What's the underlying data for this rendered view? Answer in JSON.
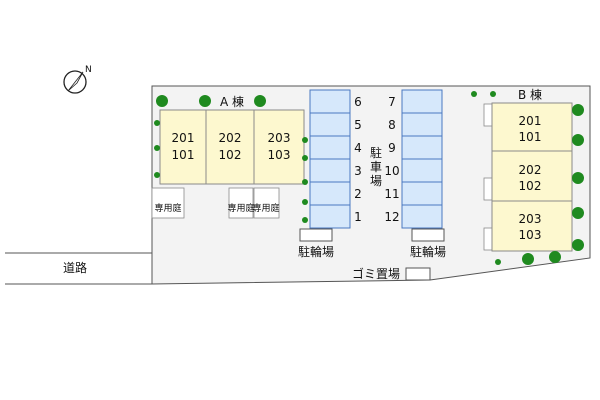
{
  "colors": {
    "site": "#f3f3f3",
    "site_border": "#555555",
    "building": "#fdf8cf",
    "building_border": "#8a8a8a",
    "parking": "#d6e8fb",
    "parking_border": "#4a78c0",
    "tree": "#1f8a1f"
  },
  "north_arrow": {
    "label": "N",
    "icon": "compass-arrow"
  },
  "road_label": "道路",
  "building_a": {
    "label": "A 棟",
    "units": [
      {
        "upper": "201",
        "lower": "101"
      },
      {
        "upper": "202",
        "lower": "102"
      },
      {
        "upper": "203",
        "lower": "103"
      }
    ],
    "gardens": [
      "専用庭",
      "専用庭",
      "専用庭"
    ]
  },
  "building_b": {
    "label": "B 棟",
    "units": [
      {
        "upper": "201",
        "lower": "101"
      },
      {
        "upper": "202",
        "lower": "102"
      },
      {
        "upper": "203",
        "lower": "103"
      }
    ]
  },
  "parking": {
    "label_chars": [
      "駐",
      "車",
      "場"
    ],
    "left_numbers": [
      "6",
      "5",
      "4",
      "3",
      "2",
      "1"
    ],
    "right_numbers": [
      "7",
      "8",
      "9",
      "10",
      "11",
      "12"
    ]
  },
  "bicycle_parking": [
    "駐輪場",
    "駐輪場"
  ],
  "garbage_label": "ゴミ置場"
}
